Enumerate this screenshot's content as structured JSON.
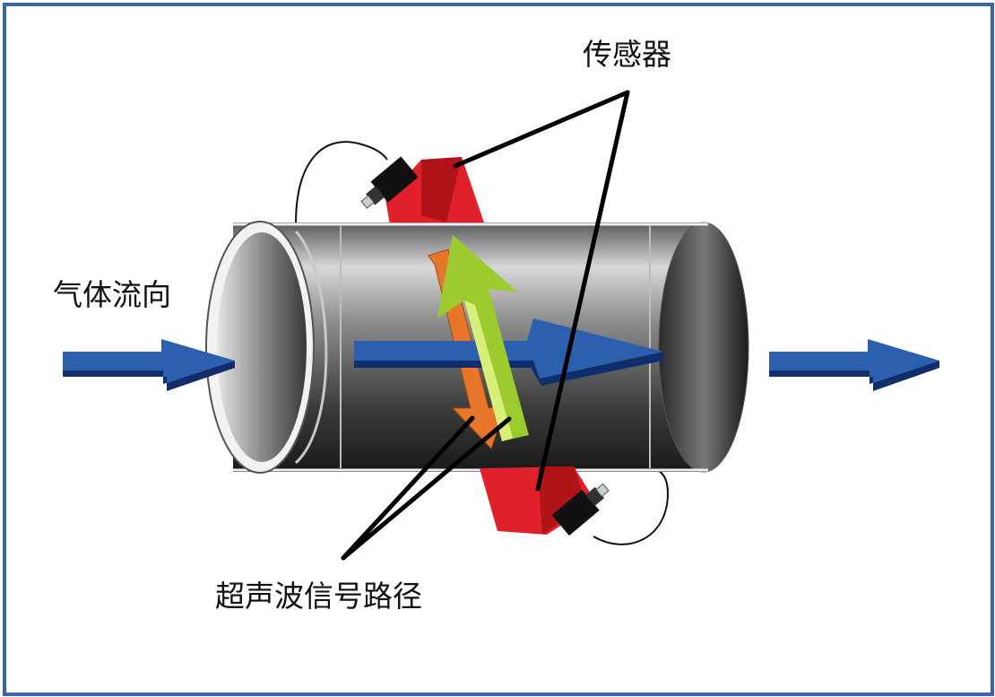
{
  "labels": {
    "sensor": "传感器",
    "flow_direction": "气体流向",
    "signal_path": "超声波信号路径"
  },
  "colors": {
    "frame": "#3b63ad",
    "flow_arrow": "#2c5fae",
    "signal_arrow_primary": "#9ccb2e",
    "signal_arrow_secondary": "#e8762a",
    "transducer_block": "#e0202a",
    "pipe": "#6a6a6a"
  }
}
